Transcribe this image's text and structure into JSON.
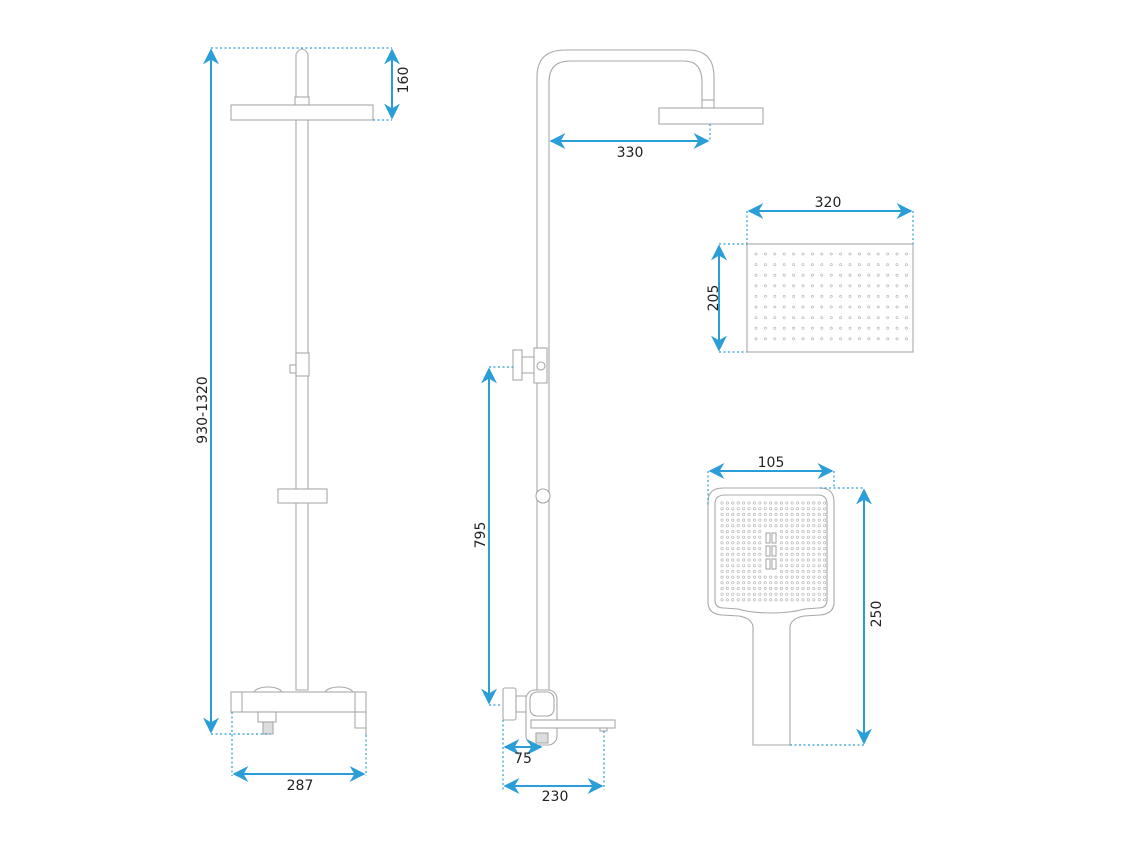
{
  "dimensions": {
    "height_range": "930-1320",
    "head_drop": "160",
    "mixer_width": "287",
    "arm_reach": "330",
    "diverter_height": "795",
    "outlet_offset": "75",
    "spout_reach": "230",
    "head_width": "320",
    "head_depth": "205",
    "hand_width": "105",
    "hand_length": "250"
  },
  "colors": {
    "dimension": "#2b9ed8",
    "outline": "#a8a8a8"
  }
}
